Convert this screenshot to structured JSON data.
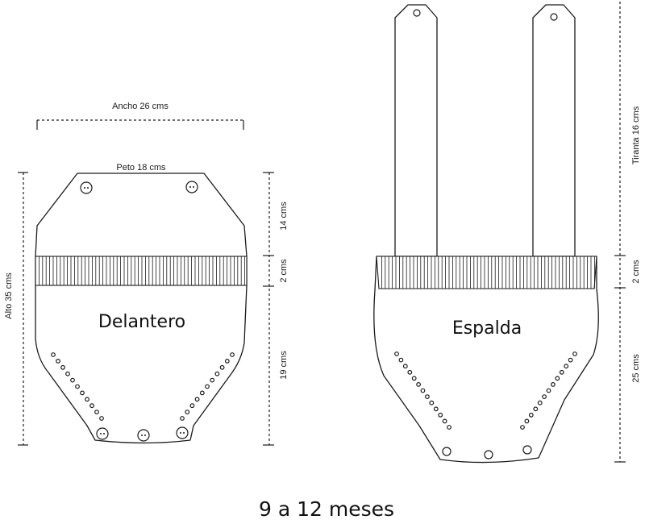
{
  "front": {
    "title": "Delantero",
    "width_label": "Ancho 26 cms",
    "bib_label": "Peto 18 cms",
    "height_label": "Alto 35 cms",
    "upper_label": "14 cms",
    "band_label": "2 cms",
    "lower_label": "19 cms"
  },
  "back": {
    "title": "Espalda",
    "strap_label": "Tiranta 16 cms",
    "band_label": "2 cms",
    "lower_label": "25 cms"
  },
  "caption": "9 a 12  meses"
}
